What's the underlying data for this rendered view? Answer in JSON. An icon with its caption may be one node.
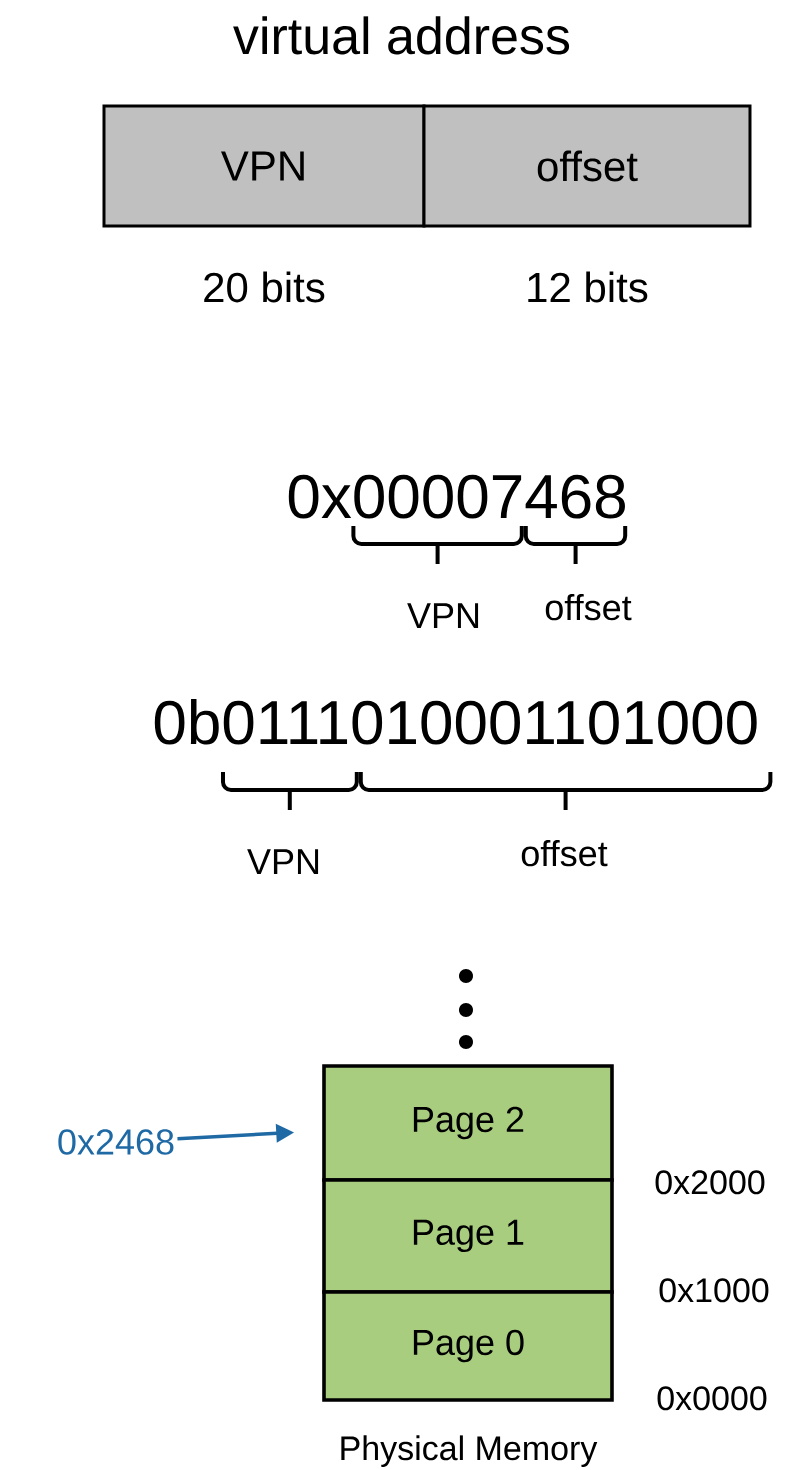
{
  "diagram": {
    "title": "virtual address",
    "nodes": [
      {
        "text": [
          "VPN"
        ],
        "beside": [
          "20 bits"
        ]
      },
      {
        "text": [
          "offset"
        ],
        "beside": [
          "12 bits"
        ]
      },
      {
        "text": [
          "0x2468"
        ]
      },
      {
        "text": [
          "Page 2"
        ]
      },
      {
        "text": [
          "Page 1"
        ]
      },
      {
        "text": [
          "Page 0"
        ]
      }
    ],
    "edges": [
      {
        "from": 2,
        "to": 3,
        "arrow": "to",
        "color": "#1f6aa5"
      }
    ],
    "labels": [
      "0x00007468",
      "VPN",
      "offset",
      "0b0111010001101000",
      "VPN",
      "offset",
      "0x2000",
      "0x1000",
      "0x0000",
      "Physical Memory"
    ]
  }
}
